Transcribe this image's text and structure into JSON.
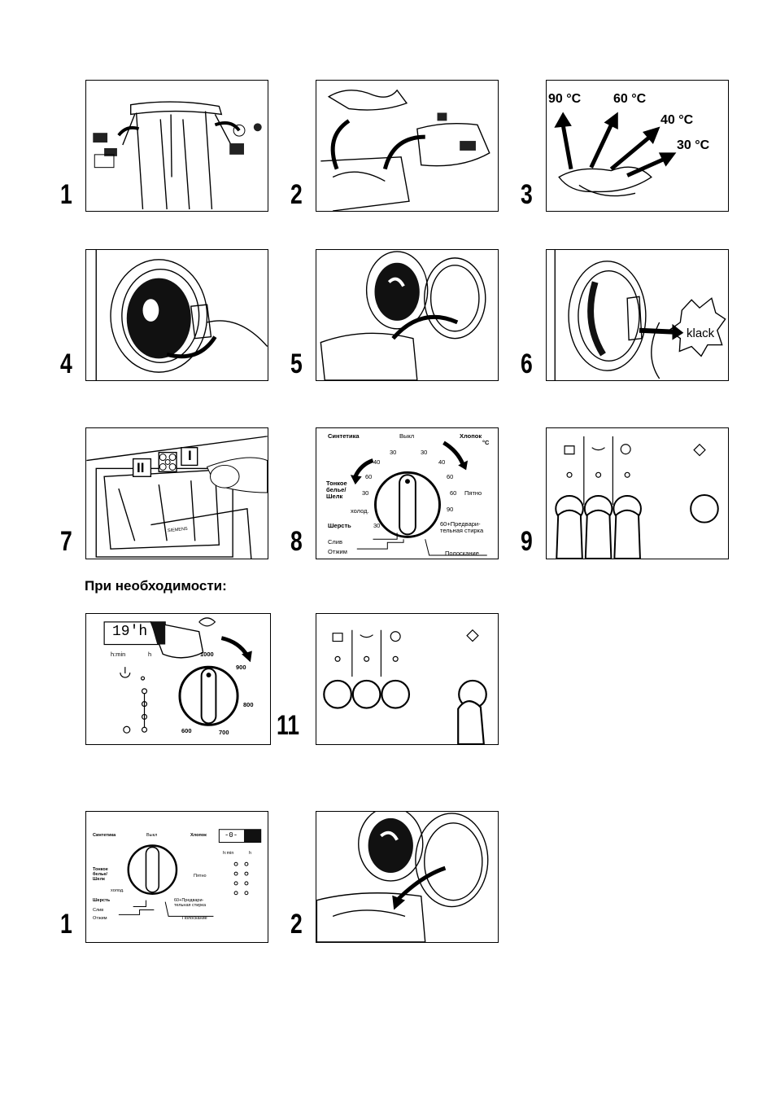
{
  "step_numbers": [
    "1",
    "2",
    "3",
    "4",
    "5",
    "6",
    "7",
    "8",
    "9",
    "11",
    "1",
    "2"
  ],
  "heading": "При необходимости:",
  "temperatures": [
    "90 °C",
    "60 °C",
    "40 °C",
    "30 °C"
  ],
  "klack": "klack",
  "dispenser_labels": [
    "II",
    "I"
  ],
  "brand_text": "SIEMENS",
  "dial": {
    "synthetics": "Синтетика",
    "off": "Выкл",
    "cotton": "Хлопок",
    "cotton_unit": "°C",
    "delicates": "Тонкое белье/ Шелк",
    "wool": "Шерсть",
    "cold": "холод.",
    "stain": "Пятно",
    "prewash": "60+Предвари- тельная стирка",
    "drain": "Слив",
    "spin": "Отжим",
    "rinse": "Полоскание",
    "temps": {
      "t30a": "30",
      "t40a": "40",
      "t60a": "60",
      "t30b": "30",
      "t30c": "30",
      "t40b": "40",
      "t60b": "60",
      "t60c": "60",
      "t90": "90"
    }
  },
  "spin_panel": {
    "display": "19'h",
    "hmin": "h:min",
    "h": "h",
    "speeds": [
      "1000",
      "900",
      "800",
      "700",
      "600"
    ]
  },
  "end_panel": {
    "display": "-0-",
    "hmin": "h:min",
    "h": "h"
  }
}
